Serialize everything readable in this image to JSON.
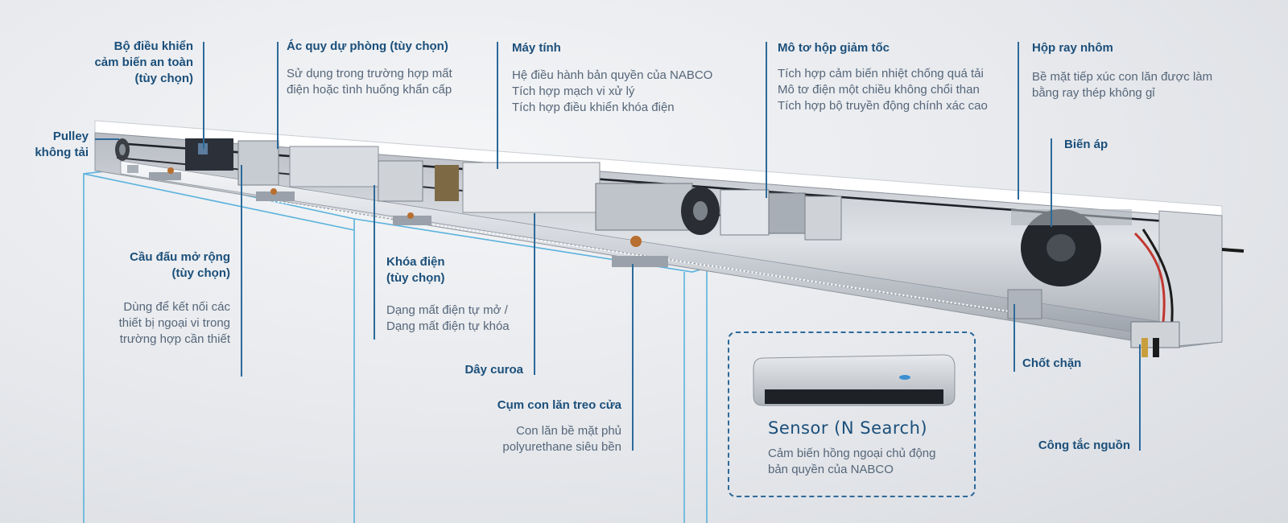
{
  "colors": {
    "label": "#1b4f7a",
    "description": "#556679",
    "leader": "#2c6a9a",
    "frame": "#5ab2dd"
  },
  "labels": {
    "safety_sensor": [
      "Bộ điều khiển",
      "cảm biến an toàn",
      "(tùy chọn)"
    ],
    "battery": "Ác quy dự phòng (tùy chọn)",
    "battery_desc": [
      "Sử dụng trong trường hợp mất",
      "điện hoặc tình huống khẩn cấp"
    ],
    "computer": "Máy tính",
    "computer_desc": [
      "Hệ điều hành bản quyền của NABCO",
      "Tích hợp mạch vi xử lý",
      "Tích hợp điều khiển khóa điện"
    ],
    "motor": "Mô tơ hộp giảm tốc",
    "motor_desc": [
      "Tích hợp cảm biến nhiệt chống quá tải",
      "Mô tơ điện một chiều không chổi than",
      "Tích hợp bộ truyền động chính xác cao"
    ],
    "rail": "Hộp ray nhôm",
    "rail_desc": [
      "Bề mặt tiếp xúc con lăn được làm",
      "bằng ray thép không gỉ"
    ],
    "pulley": [
      "Pulley",
      "không tải"
    ],
    "transformer": "Biến áp",
    "terminal": [
      "Cầu đấu mở rộng",
      "(tùy chọn)"
    ],
    "terminal_desc": [
      "Dùng để kết nối các",
      "thiết bị ngoại vi trong",
      "trường hợp cần thiết"
    ],
    "lock": [
      "Khóa điện",
      "(tùy chọn)"
    ],
    "lock_desc": [
      "Dạng mất điện tự mở /",
      "Dạng mất điện tự khóa"
    ],
    "belt": "Dây curoa",
    "roller": "Cụm con lăn treo cửa",
    "roller_desc": [
      "Con lăn bề mặt phủ",
      "polyurethane siêu bền"
    ],
    "stopper": "Chốt chặn",
    "power_switch": "Công tắc nguồn",
    "sensor_title": "Sensor (N Search)",
    "sensor_desc": [
      "Cảm biến hồng ngoại chủ động",
      "bản quyền của NABCO"
    ]
  }
}
